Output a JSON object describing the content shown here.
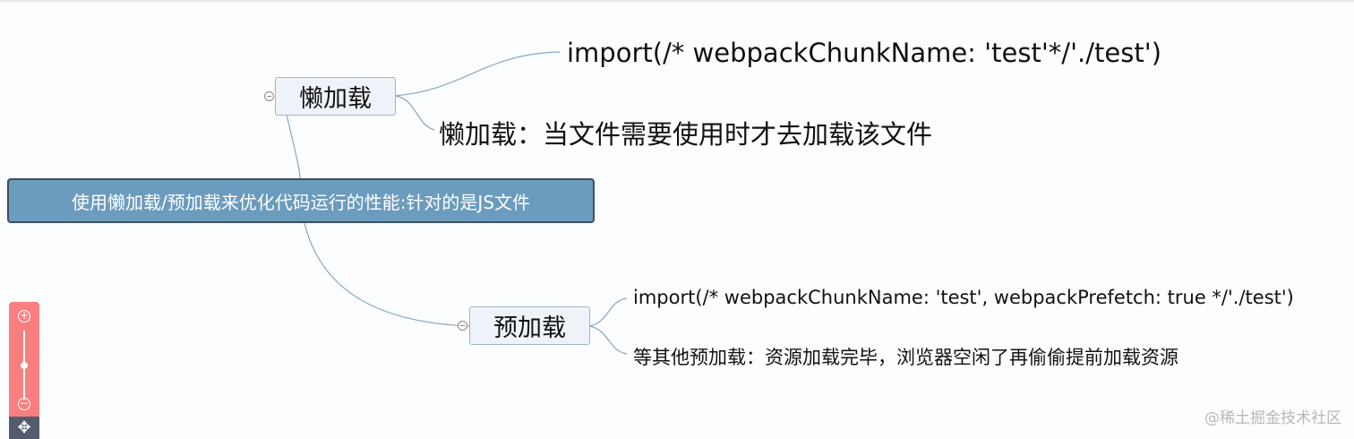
{
  "root": {
    "label": "使用懒加载/预加载来优化代码运行的性能:针对的是JS文件"
  },
  "branches": [
    {
      "label": "懒加载",
      "children": [
        "import(/* webpackChunkName: 'test'*/'./test')",
        "懒加载：当文件需要使用时才去加载该文件"
      ]
    },
    {
      "label": "预加载",
      "children": [
        "import(/* webpackChunkName: 'test', webpackPrefetch: true */'./test')",
        "等其他预加载：资源加载完毕，浏览器空闲了再偷偷提前加载资源"
      ]
    }
  ],
  "zoom_control": {
    "plus": "+",
    "minus": "−",
    "move": "✥",
    "level": 0.5
  },
  "watermark": "@稀土掘金技术社区"
}
